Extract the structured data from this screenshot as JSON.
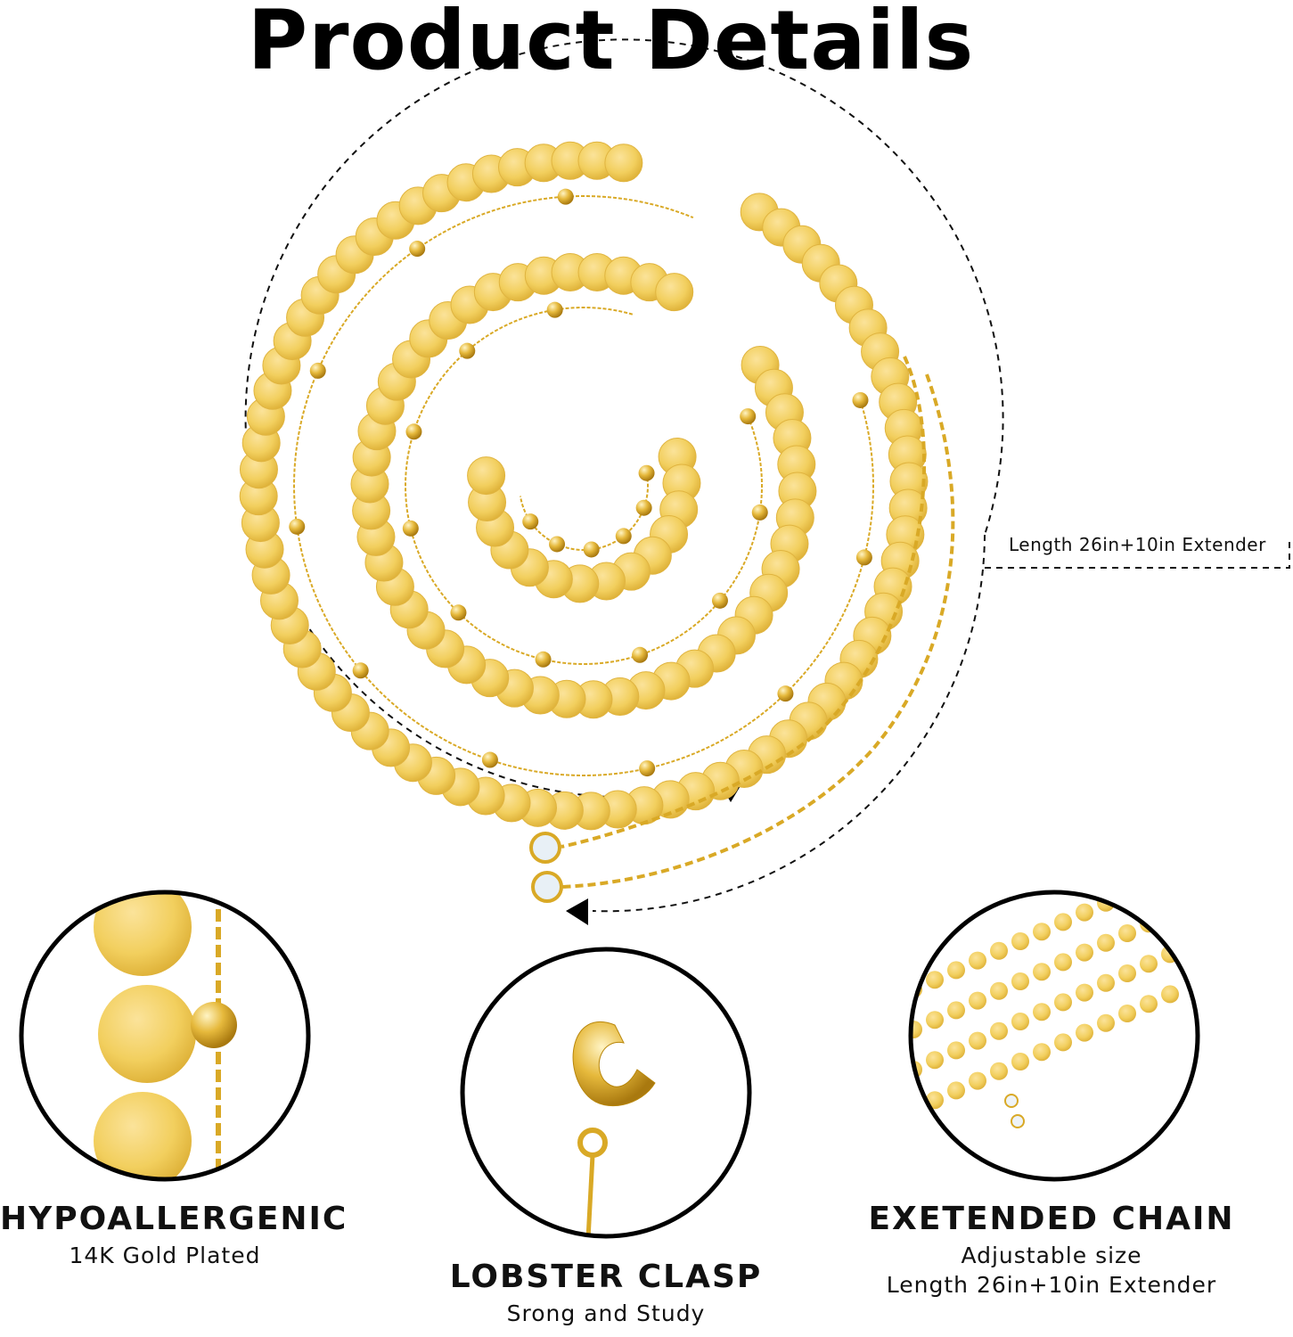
{
  "title": "Product Details",
  "callout": "Length 26in+10in Extender",
  "features": [
    {
      "heading": "HYPOALLERGENIC",
      "lines": [
        "14K Gold Plated"
      ]
    },
    {
      "heading": "LOBSTER CLASP",
      "lines": [
        "Srong and Study"
      ]
    },
    {
      "heading": "EXETENDED CHAIN",
      "lines": [
        "Adjustable size",
        "Length 26in+10in Extender"
      ]
    }
  ],
  "colors": {
    "gold": "#f2cf5e",
    "gold_dark": "#d9a926",
    "line": "#111111"
  }
}
